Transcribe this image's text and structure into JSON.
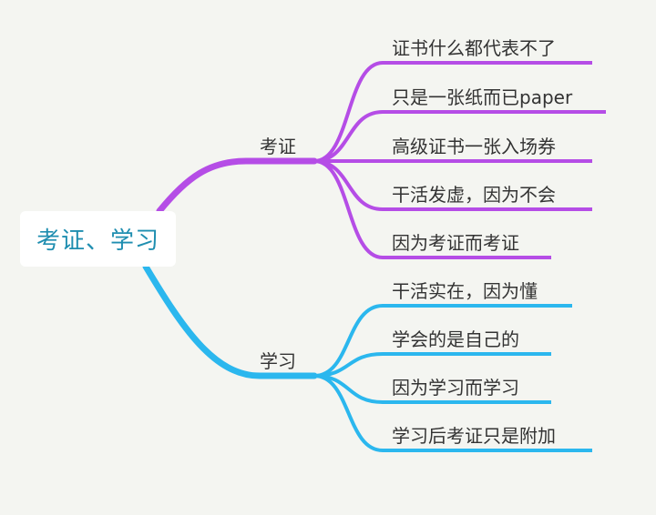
{
  "root": {
    "label": "考证、学习"
  },
  "branches": [
    {
      "label": "考证",
      "color": "#b54de6",
      "leaves": [
        "证书什么都代表不了",
        "只是一张纸而已paper",
        "高级证书一张入场券",
        "干活发虚，因为不会",
        "因为考证而考证"
      ]
    },
    {
      "label": "学习",
      "color": "#2bb7ee",
      "leaves": [
        "干活实在，因为懂",
        "学会的是自己的",
        "因为学习而学习",
        "学习后考证只是附加"
      ]
    }
  ]
}
